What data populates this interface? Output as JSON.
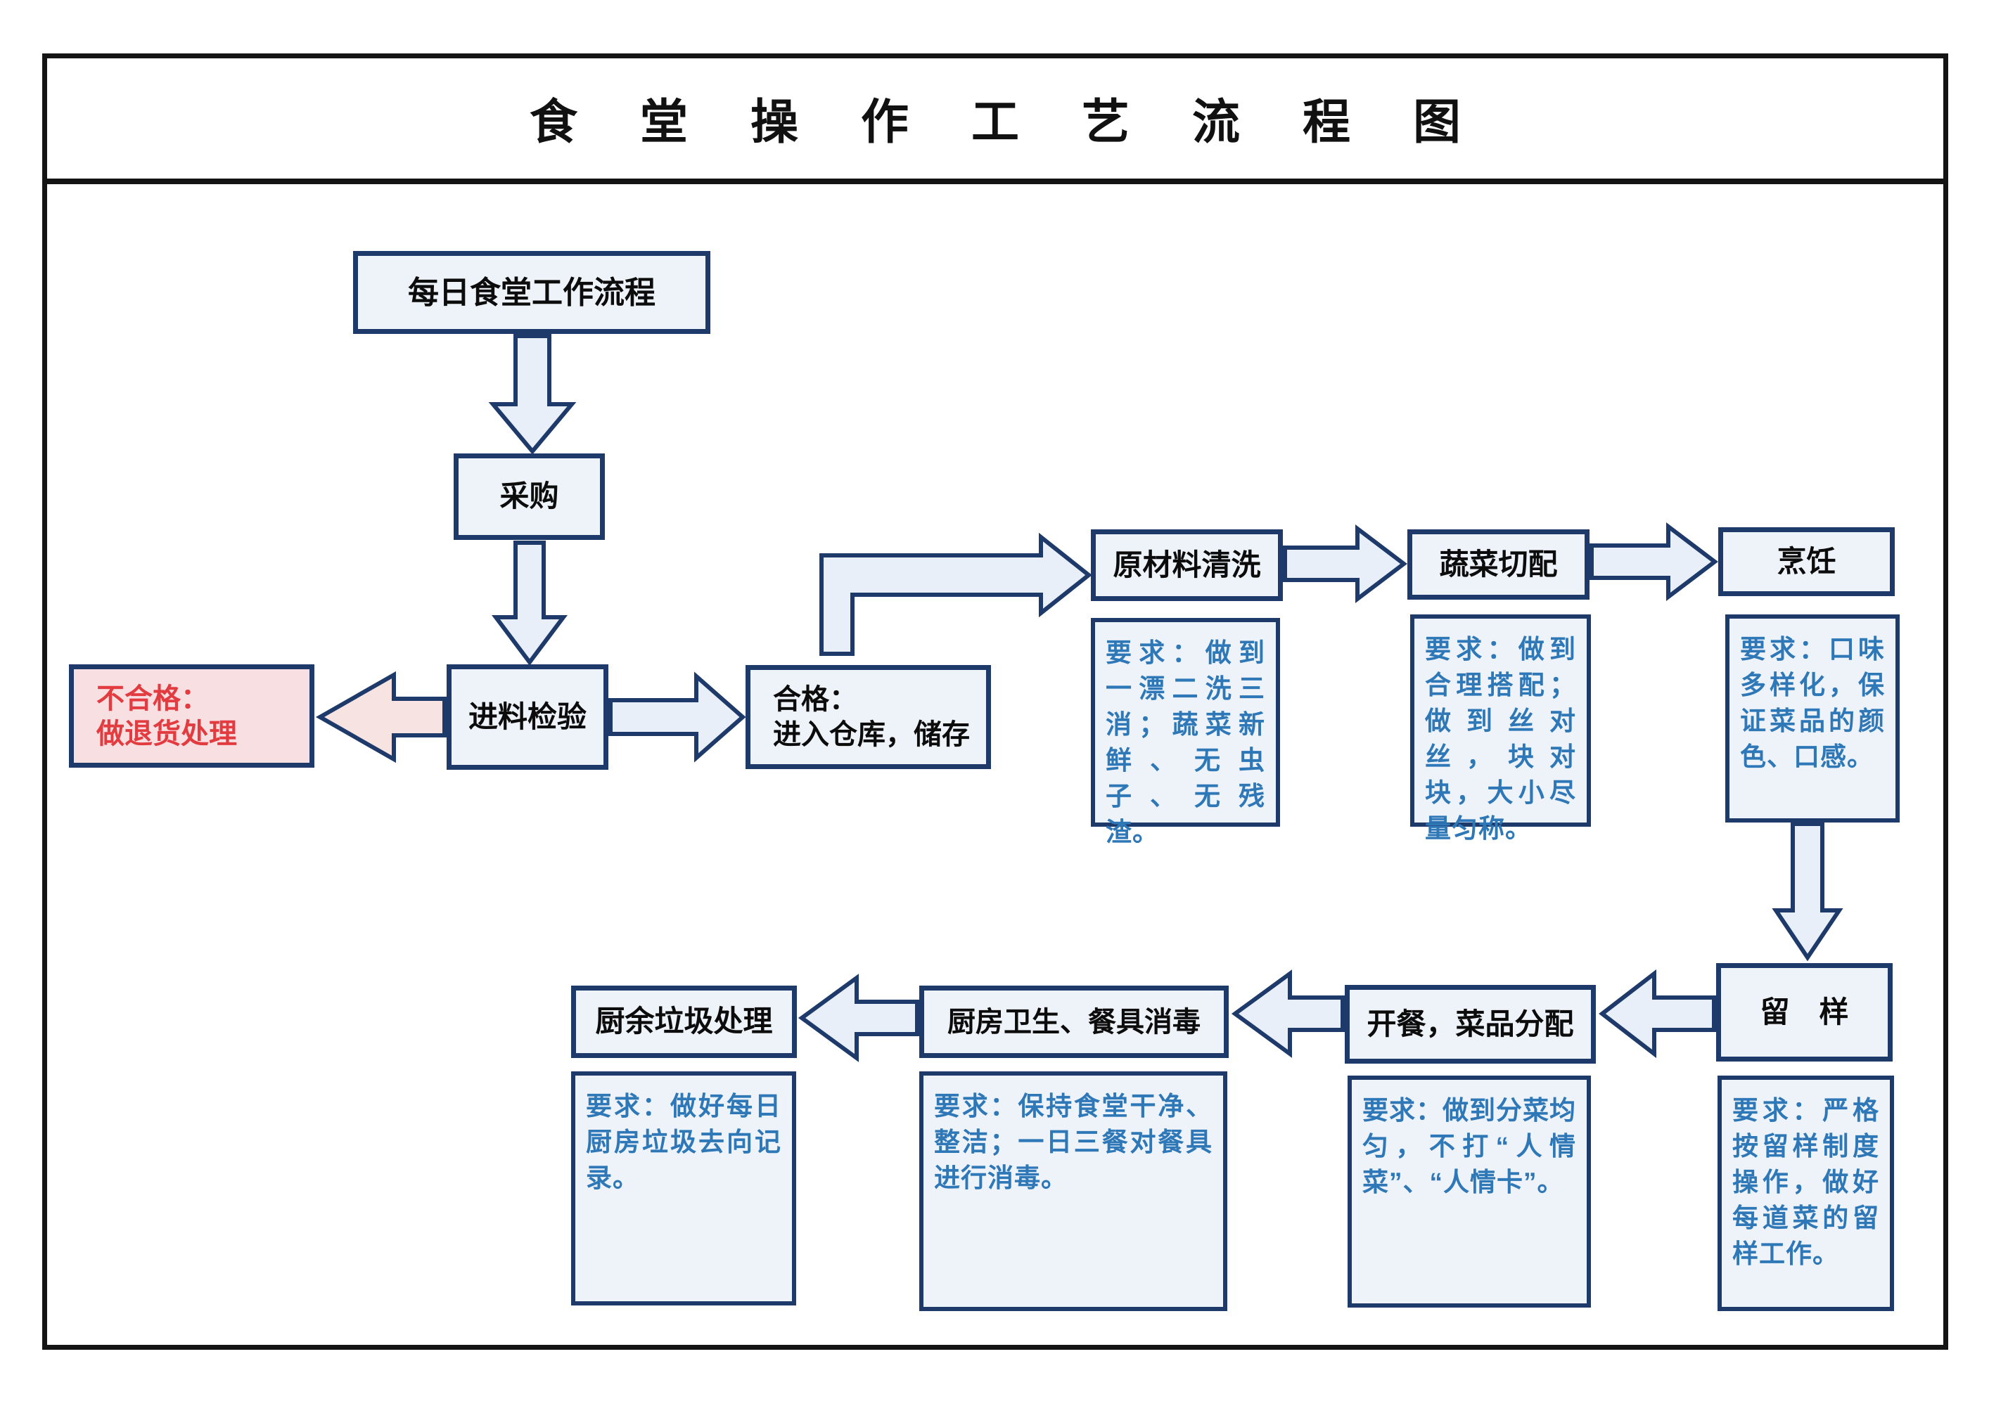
{
  "title": "食 堂 操 作 工 艺 流 程 图",
  "colors": {
    "frame_black": "#141414",
    "border_navy": "#1e3a6b",
    "node_fill": "#eef2f9",
    "req_text_blue": "#2e78b8",
    "alert_fill": "#f8dfe1",
    "alert_text_red": "#e23c40",
    "arrow_fill": "#e9eff9",
    "alert_arrow_fill": "#f7e3e1"
  },
  "nodes": {
    "daily": {
      "label": "每日食堂工作流程"
    },
    "purchase": {
      "label": "采购"
    },
    "inspection": {
      "label": "进料检验"
    },
    "unqualified": {
      "line1": "不合格：",
      "line2": "做退货处理"
    },
    "qualified": {
      "line1": "合格：",
      "line2": "进入仓库，储存"
    },
    "washing": {
      "label": "原材料清洗",
      "req": "要求：做到一漂二洗三消；蔬菜新鲜、无虫子、无残渣。"
    },
    "cutting": {
      "label": "蔬菜切配",
      "req": "要求：做到合理搭配；做到丝对丝，块对块，大小尽量匀称。"
    },
    "cooking": {
      "label": "烹饪",
      "req": "要求：口味多样化，保证菜品的颜色、口感。"
    },
    "sampling": {
      "label": "留　样",
      "req": "要求：严格按留样制度操作，做好每道菜的留样工作。"
    },
    "serving": {
      "label": "开餐，菜品分配",
      "req": "要求：做到分菜均匀，不打“人情菜”、“人情卡”。"
    },
    "hygiene": {
      "label": "厨房卫生、餐具消毒",
      "req": "要求：保持食堂干净、整洁；一日三餐对餐具进行消毒。"
    },
    "waste": {
      "label": "厨余垃圾处理",
      "req": "要求：做好每日厨房垃圾去向记录。"
    }
  },
  "arrows": [
    "arrow-daily-to-purchase",
    "arrow-purchase-to-inspection",
    "arrow-inspection-to-unqualified",
    "arrow-inspection-to-qualified",
    "arrow-qualified-to-washing",
    "arrow-washing-to-cutting",
    "arrow-cutting-to-cooking",
    "arrow-cooking-to-sampling",
    "arrow-sampling-to-serving",
    "arrow-serving-to-hygiene",
    "arrow-hygiene-to-waste"
  ]
}
